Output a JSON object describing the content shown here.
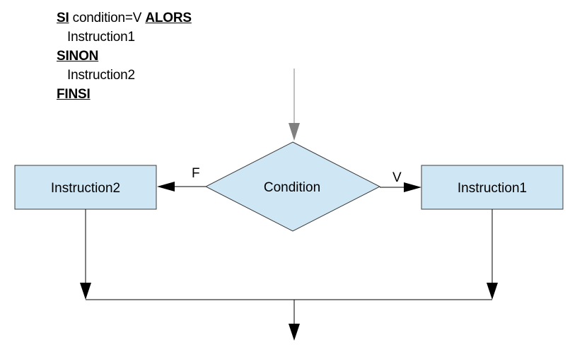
{
  "pseudocode": {
    "if_keyword": "SI",
    "condition_text": " condition=V ",
    "then_keyword": "ALORS",
    "then_instruction": "Instruction1",
    "else_keyword": "SINON",
    "else_instruction": "Instruction2",
    "end_keyword": "FINSI"
  },
  "flowchart": {
    "decision_label": "Condition",
    "true_box_label": "Instruction1",
    "false_box_label": "Instruction2",
    "true_edge_label": "V",
    "false_edge_label": "F"
  },
  "colors": {
    "shape_fill": "#cfe7f5",
    "shape_stroke": "#3c3c3c",
    "incoming_arrow": "#808080",
    "line": "#000000"
  }
}
